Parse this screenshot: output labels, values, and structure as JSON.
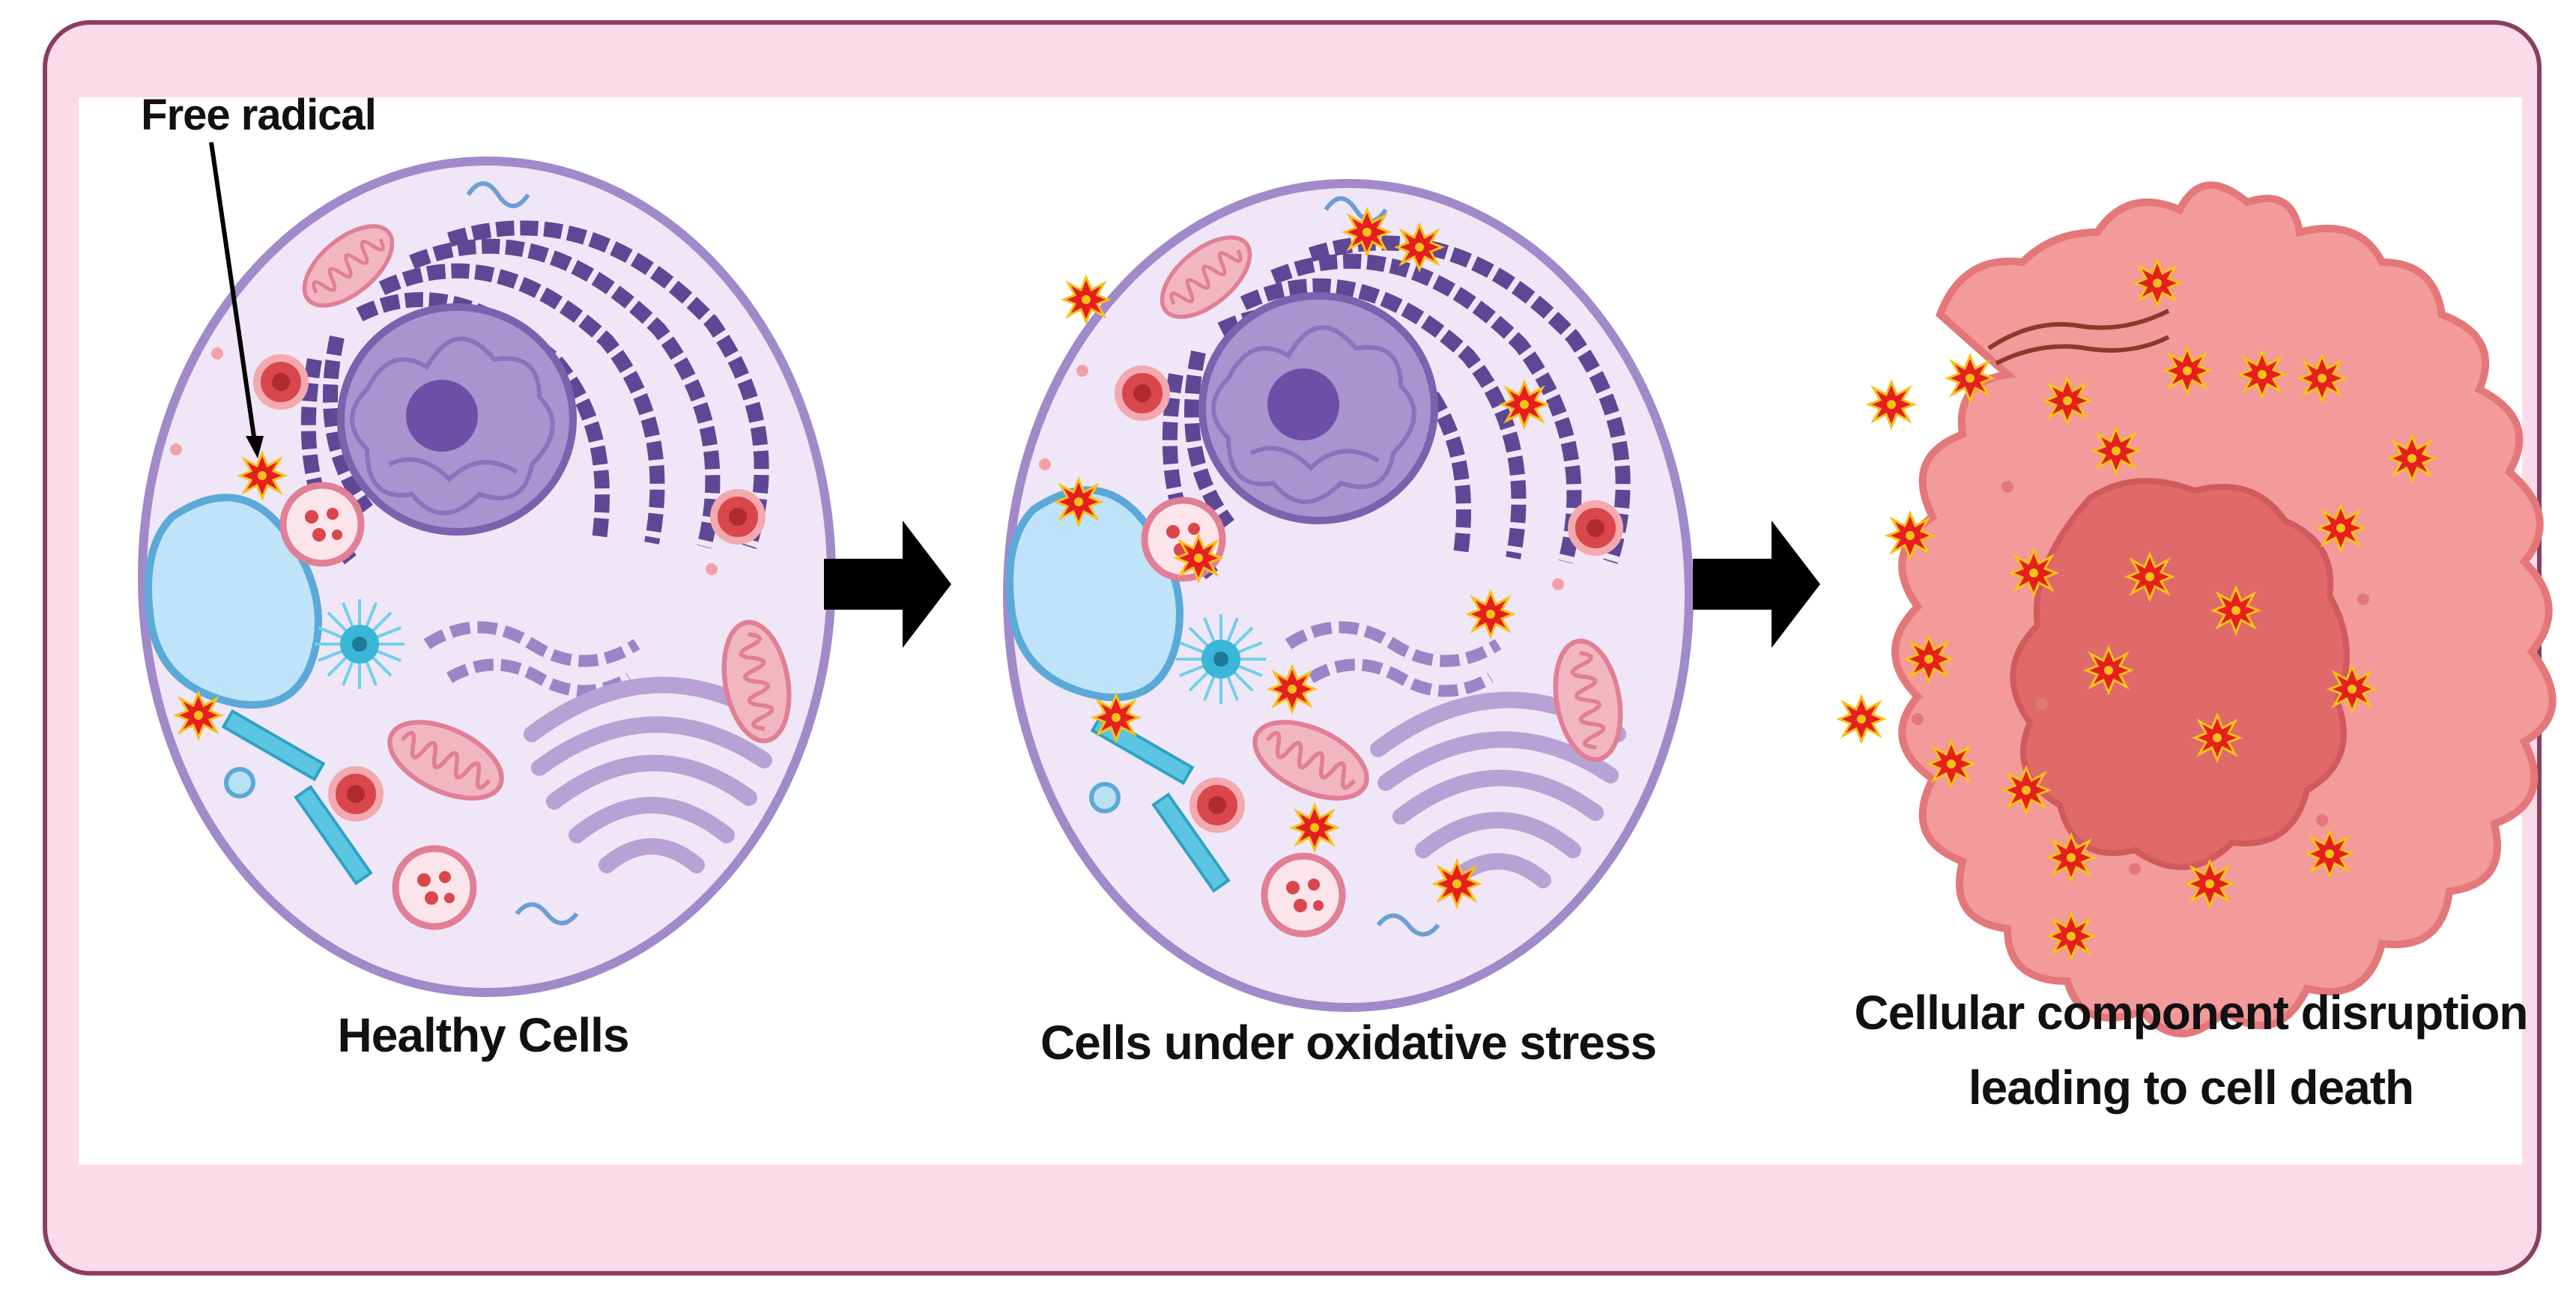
{
  "labels": {
    "free_radical": "Free radical",
    "healthy_cells": "Healthy Cells",
    "stressed_cells": "Cells under oxidative stress",
    "death_line1": "Cellular component disruption",
    "death_line2": "leading to cell death"
  },
  "colors": {
    "frame_border": "#8a3e62",
    "frame_fill": "#fbdbe8",
    "panel": "#ffffff",
    "cell_membrane": "#a08ac9",
    "cytoplasm": "#efe6f7",
    "nucleus": "#9b85c6",
    "nucleolus": "#6d4fa8",
    "er": "#5e4794",
    "golgi": "#b6a2d4",
    "vacuole": "#bfe3f8",
    "mitochondria": "#f0a8b7",
    "lysosome": "#d9464c",
    "centriole": "#3ab7d8",
    "dying_cell": "#f39a9a",
    "dying_nucleus": "#e06a6a",
    "radical": "#e61e1e",
    "arrow": "#000000"
  },
  "icons": {
    "radical": "starburst-icon",
    "arrow": "right-arrow-icon"
  }
}
